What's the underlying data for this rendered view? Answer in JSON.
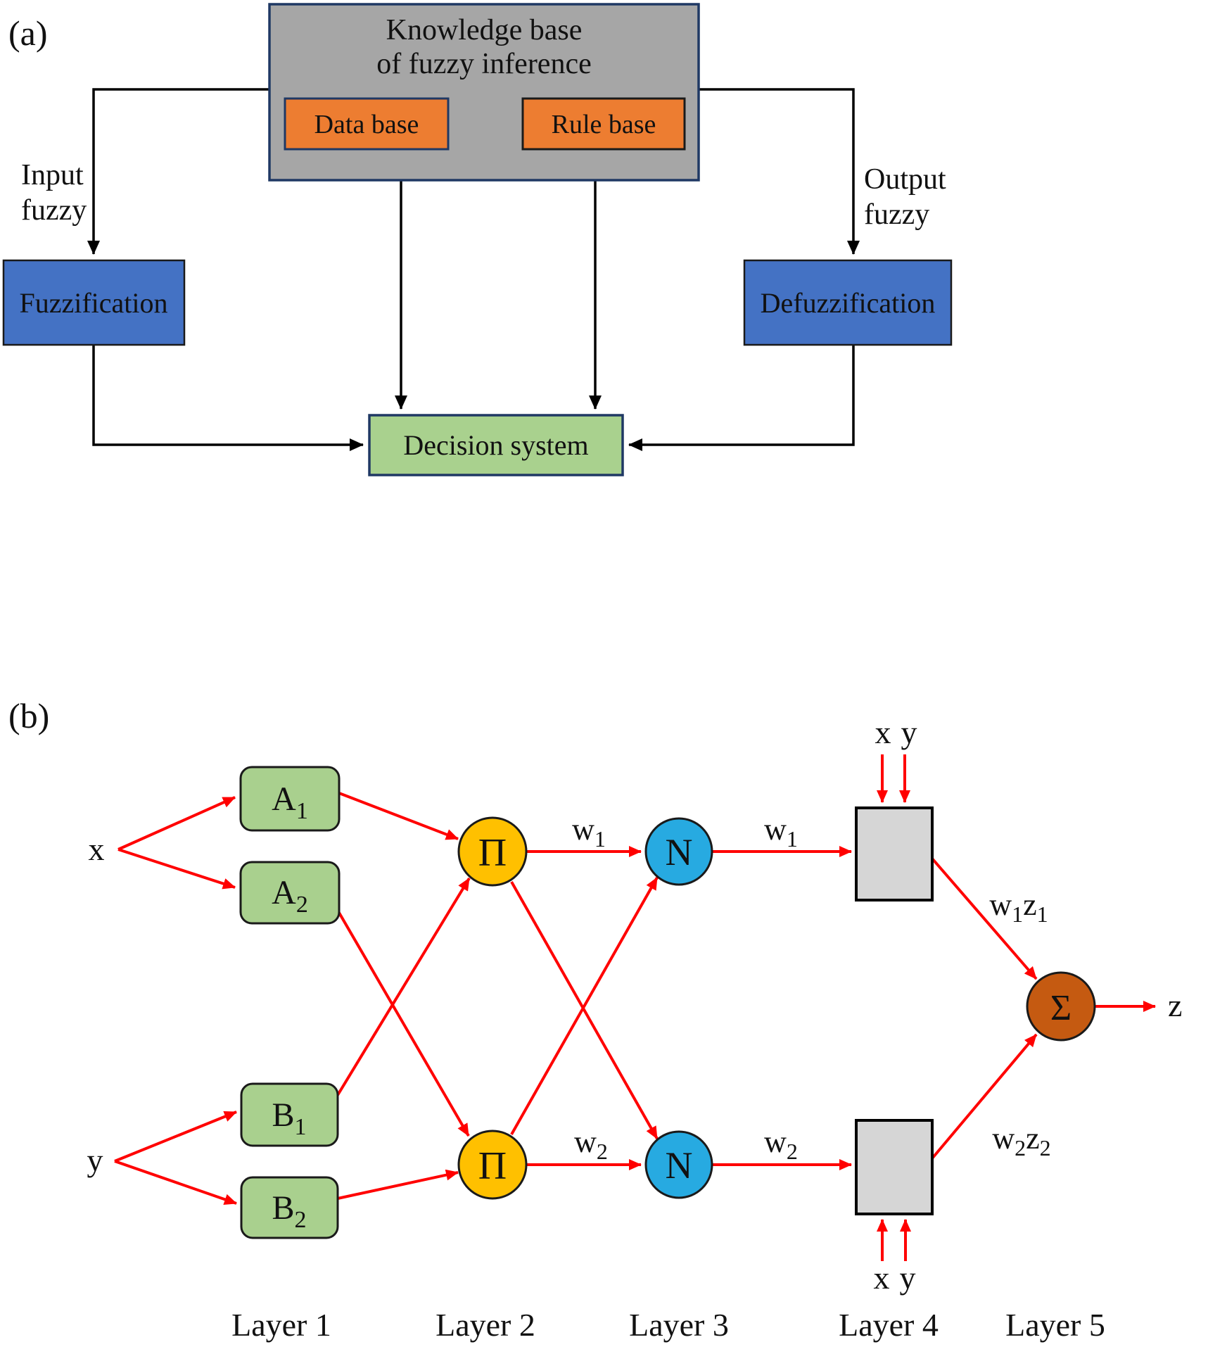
{
  "colors": {
    "background": "#ffffff",
    "gray_box": "#A6A6A6",
    "orange": "#ED7D31",
    "blue": "#4472C4",
    "green_decision": "#A9D18E",
    "green_node": "#A9D08E",
    "yellow": "#FFC000",
    "cyan": "#27AAE1",
    "brown": "#C55A11",
    "gray_small_box": "#D6D6D6",
    "red_arrow": "#FF0000",
    "black_line": "#000000",
    "navy_border": "#1F3864",
    "dark_border": "#1A1A1A"
  },
  "panel_a": {
    "label": "(a)",
    "knowledge_title_1": "Knowledge base",
    "knowledge_title_2": "of fuzzy inference",
    "data_base": "Data base",
    "rule_base": "Rule base",
    "input_fuzzy_1": "Input",
    "input_fuzzy_2": "fuzzy",
    "output_fuzzy_1": "Output",
    "output_fuzzy_2": "fuzzy",
    "fuzzification": "Fuzzification",
    "defuzzification": "Defuzzification",
    "decision_system": "Decision system"
  },
  "panel_b": {
    "label": "(b)",
    "input_x": "x",
    "input_y": "y",
    "node_a_main": "A",
    "node_b_main": "B",
    "sub_1": "1",
    "sub_2": "2",
    "node_pi": "Π",
    "node_n": "N",
    "node_sigma": "Σ",
    "w_main": "w",
    "z_main": "z",
    "output_z": "z",
    "aux_x": "x",
    "aux_y": "y",
    "layer_1": "Layer 1",
    "layer_2": "Layer 2",
    "layer_3": "Layer 3",
    "layer_4": "Layer 4",
    "layer_5": "Layer 5"
  }
}
